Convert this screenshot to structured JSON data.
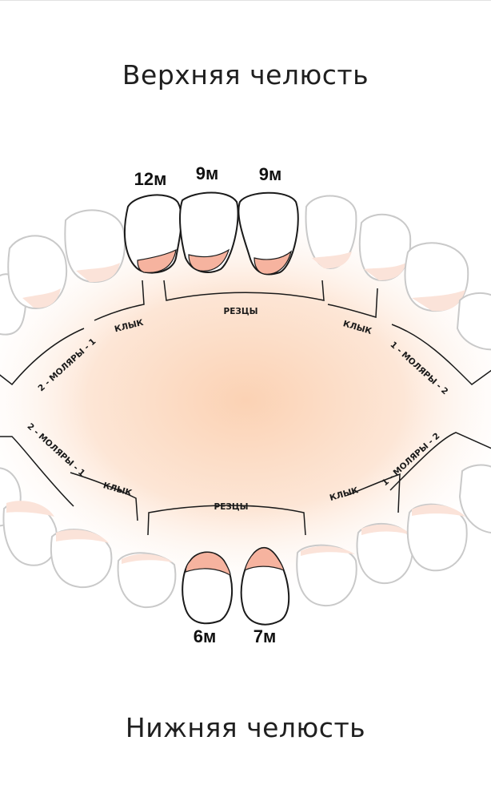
{
  "titles": {
    "upper": "Верхняя челюсть",
    "lower": "Нижняя челюсть"
  },
  "upper_jaw": {
    "ages": [
      "12м",
      "9м",
      "9м"
    ],
    "groups": {
      "incisors": "РЕЗЦЫ",
      "canine_left": "КЛЫК",
      "canine_right": "КЛЫК",
      "molars_left": "2 - МОЛЯРЫ - 1",
      "molars_right": "1 - МОЛЯРЫ - 2"
    }
  },
  "lower_jaw": {
    "ages": [
      "6м",
      "7м"
    ],
    "groups": {
      "incisors": "РЕЗЦЫ",
      "canine_left": "КЛЫК",
      "canine_right": "КЛЫК",
      "molars_left": "2 - МОЛЯРЫ - 1",
      "molars_right": "1 - МОЛЯРЫ - 2"
    }
  },
  "colors": {
    "gum": "#f6b39f",
    "gum_faded": "#fbe3d9",
    "palate_center": "#fbd2b4",
    "outline": "#1a1a1a"
  }
}
